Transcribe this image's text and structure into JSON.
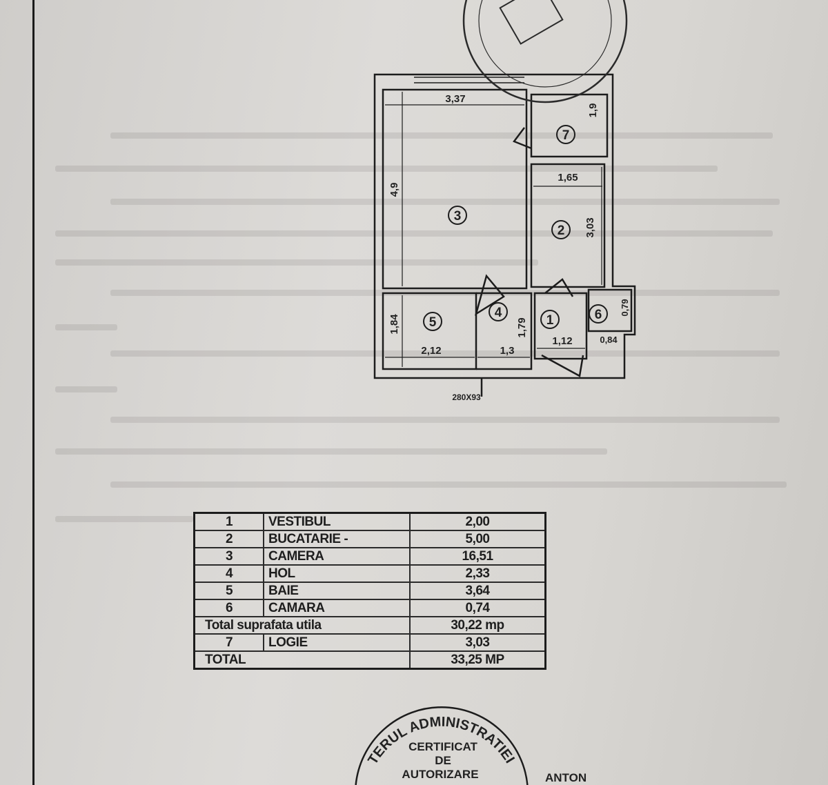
{
  "floor_plan": {
    "rooms": [
      {
        "number": "1"
      },
      {
        "number": "2"
      },
      {
        "number": "3"
      },
      {
        "number": "4"
      },
      {
        "number": "5"
      },
      {
        "number": "6"
      },
      {
        "number": "7"
      }
    ],
    "dimensions": {
      "room3_width": "3,37",
      "room3_length": "4,9",
      "room7_length": "1,9",
      "room2_width": "1,65",
      "room2_length": "3,03",
      "room5_length": "1,84",
      "room5_width": "2,12",
      "room4_width": "1,3",
      "room4_length": "1,79",
      "room1_width": "1,12",
      "room6_length": "0,79",
      "room6_width": "0,84",
      "door_dim": "280X93"
    }
  },
  "area_table": {
    "rows": [
      {
        "num": "1",
        "name": "VESTIBUL",
        "area": "2,00"
      },
      {
        "num": "2",
        "name": "BUCATARIE -",
        "area": "5,00"
      },
      {
        "num": "3",
        "name": "CAMERA",
        "area": "16,51"
      },
      {
        "num": "4",
        "name": "HOL",
        "area": "2,33"
      },
      {
        "num": "5",
        "name": "BAIE",
        "area": "3,64"
      },
      {
        "num": "6",
        "name": "CAMARA",
        "area": "0,74"
      }
    ],
    "useful_total_label": "Total suprafata utila",
    "useful_total_value": "30,22 mp",
    "loggia": {
      "num": "7",
      "name": "LOGIE",
      "area": "3,03"
    },
    "total_label": "TOTAL",
    "total_value": "33,25 MP"
  },
  "stamps": {
    "bottom_ring": "TERUL ADMINISTRATIEI",
    "bottom_line1": "CERTIFICAT",
    "bottom_line2": "DE",
    "bottom_line3": "AUTORIZARE",
    "bottom_partial": "ANTON"
  },
  "colors": {
    "ink": "#1c1c1c",
    "paper": "#d8d6d2"
  }
}
